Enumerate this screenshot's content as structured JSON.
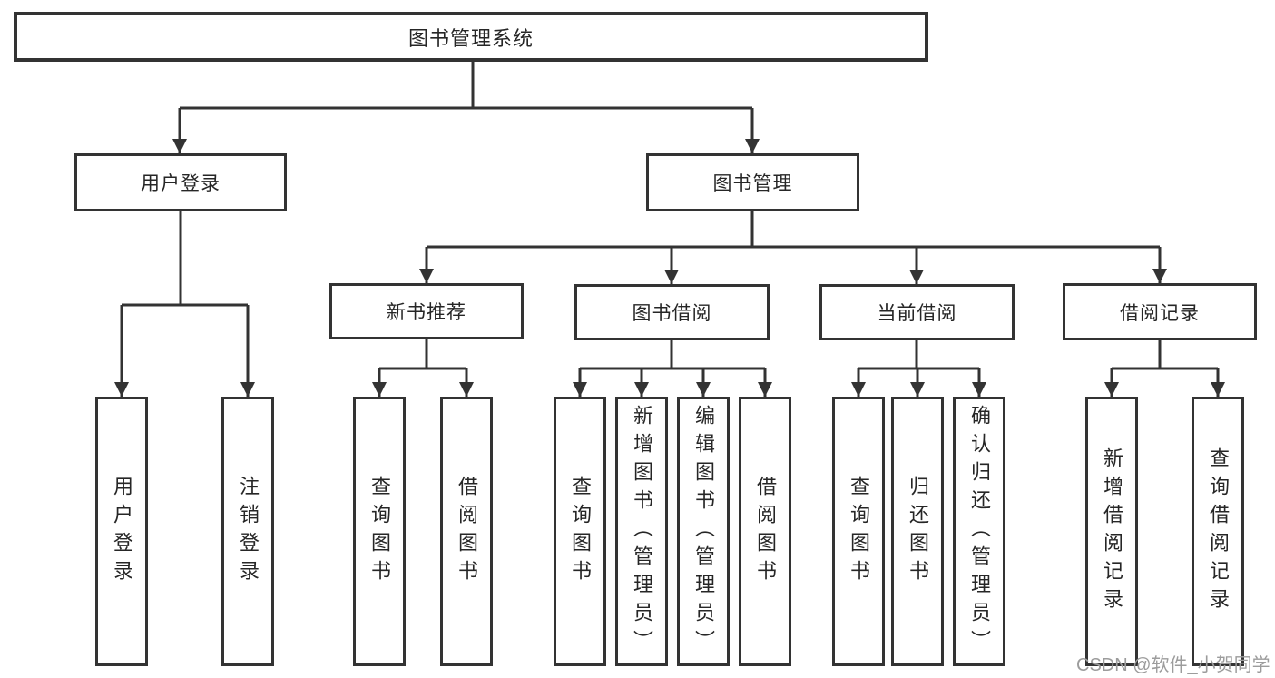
{
  "colors": {
    "line": "#333333",
    "ink": "#262626",
    "watermark": "#9c9c9c",
    "bg": "#ffffff"
  },
  "diagram": {
    "root": {
      "label": "图书管理系统"
    },
    "level2": [
      {
        "label": "用户登录",
        "children": [
          {
            "label": "用户登录"
          },
          {
            "label": "注销登录"
          }
        ]
      },
      {
        "label": "图书管理",
        "children": [
          {
            "label": "新书推荐",
            "children": [
              {
                "label": "查询图书"
              },
              {
                "label": "借阅图书"
              }
            ]
          },
          {
            "label": "图书借阅",
            "children": [
              {
                "label": "查询图书"
              },
              {
                "label": "新增图书（管理员）"
              },
              {
                "label": "编辑图书（管理员）"
              },
              {
                "label": "借阅图书"
              }
            ]
          },
          {
            "label": "当前借阅",
            "children": [
              {
                "label": "查询图书"
              },
              {
                "label": "归还图书"
              },
              {
                "label": "确认归还（管理员）"
              }
            ]
          },
          {
            "label": "借阅记录",
            "children": [
              {
                "label": "新增借阅记录"
              },
              {
                "label": "查询借阅记录"
              }
            ]
          }
        ]
      }
    ]
  },
  "watermark": {
    "text": "CSDN @软件_小贺同学"
  }
}
